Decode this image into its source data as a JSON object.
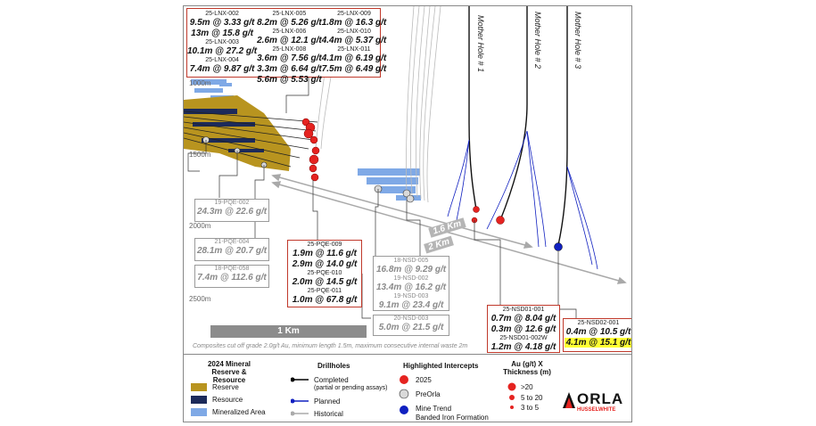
{
  "colors": {
    "reserve": "#b8941f",
    "resource": "#1c2a5a",
    "mineralized": "#7fa9e6",
    "intercept_2025": "#e52320",
    "preorla": "#d9d9d9",
    "mine_trend": "#1020c0",
    "red_box": "#c0392b",
    "highlight": "#ffff33"
  },
  "depths": {
    "d1000": "1000m",
    "d1500": "1500m",
    "d2000": "2000m",
    "d2500": "2500m"
  },
  "holes": {
    "h1": "Mother Hole # 1",
    "h2": "Mother Hole # 2",
    "h3": "Mother Hole # 3"
  },
  "boxes": {
    "lnx": {
      "c1": [
        {
          "id": "25-LNX-002",
          "vals": [
            "9.5m @ 3.33 g/t",
            "13m @ 15.8 g/t"
          ]
        },
        {
          "id": "25-LNX-003",
          "vals": [
            "10.1m @ 27.2 g/t"
          ]
        },
        {
          "id": "25-LNX-004",
          "vals": [
            "7.4m @ 9.87 g/t"
          ]
        }
      ],
      "c2": [
        {
          "id": "25-LNX-005",
          "vals": [
            "8.2m @ 5.26 g/t"
          ]
        },
        {
          "id": "25-LNX-006",
          "vals": [
            "2.6m @ 12.1 g/t"
          ]
        },
        {
          "id": "25-LNX-008",
          "vals": [
            "3.6m @ 7.56 g/t",
            "3.3m @ 6.64 g/t",
            "5.6m @ 5.53 g/t"
          ]
        }
      ],
      "c3": [
        {
          "id": "25-LNX-009",
          "vals": [
            "1.8m @ 16.3 g/t"
          ]
        },
        {
          "id": "25-LNX-010",
          "vals": [
            "4.4m @ 5.37 g/t"
          ]
        },
        {
          "id": "25-LNX-011",
          "vals": [
            "4.1m @ 6.19 g/t",
            "7.5m @ 6.49 g/t"
          ]
        }
      ]
    },
    "pqe002": {
      "id": "19-PQE-002",
      "val": "24.3m @ 22.6 g/t"
    },
    "pqe004": {
      "id": "21-PQE-004",
      "val": "28.1m @ 20.7 g/t"
    },
    "pqe058": {
      "id": "18-PQE-058",
      "val": "7.4m @ 112.6 g/t"
    },
    "pqe": [
      {
        "id": "25-PQE-009",
        "vals": [
          "1.9m @ 11.6 g/t",
          "2.9m @ 14.0 g/t"
        ]
      },
      {
        "id": "25-PQE-010",
        "vals": [
          "2.0m @ 14.5 g/t"
        ]
      },
      {
        "id": "25-PQE-011",
        "vals": [
          "1.0m @ 67.8 g/t"
        ]
      }
    ],
    "nsd": [
      {
        "id": "18-NSD-005",
        "vals": [
          "16.8m @ 9.29 g/t"
        ]
      },
      {
        "id": "19-NSD-002",
        "vals": [
          "13.4m @ 16.2 g/t"
        ]
      },
      {
        "id": "19-NSD-003",
        "vals": [
          "9.1m @ 23.4 g/t"
        ]
      }
    ],
    "nsd003": {
      "id": "20-NSD-003",
      "val": "5.0m @ 21.5 g/t"
    },
    "nsd01": [
      {
        "id": "25-NSD01-001",
        "vals": [
          "0.7m @ 8.04 g/t",
          "0.3m @ 12.6 g/t"
        ]
      },
      {
        "id": "25-NSD01-002W",
        "vals": [
          "1.2m @ 4.18 g/t"
        ]
      }
    ],
    "nsd02": {
      "id": "25-NSD02-001",
      "v1": "0.4m @ 10.5 g/t",
      "v2": "4.1m @ 15.1 g/t"
    }
  },
  "distances": {
    "d16": "1.6 Km",
    "d2": "2 Km"
  },
  "scale_bar": "1 Km",
  "note": "Composites cut off grade 2.0g/t Au, minimum length 1.5m, maximum consecutive internal waste 2m",
  "legend": {
    "mineral_title": "2024 Mineral\nReserve & Resource",
    "reserve": "Reserve",
    "resource": "Resource",
    "mineralized": "Mineralized Area",
    "drillholes_title": "Drillholes",
    "completed": "Completed",
    "completed_note": "(partial or pending assays)",
    "planned": "Planned",
    "historical": "Historical",
    "intercepts_title": "Highlighted Intercepts",
    "y2025": "2025",
    "preorla": "PreOrla",
    "mine_trend": "Mine Trend",
    "bif": "Banded Iron Formation",
    "au_title": "Au (g/t) X\nThickness (m)",
    "s1": ">20",
    "s2": "5 to 20",
    "s3": "3 to 5"
  },
  "logo": {
    "name": "ORLA",
    "sub": "HUSSELWHITE"
  }
}
